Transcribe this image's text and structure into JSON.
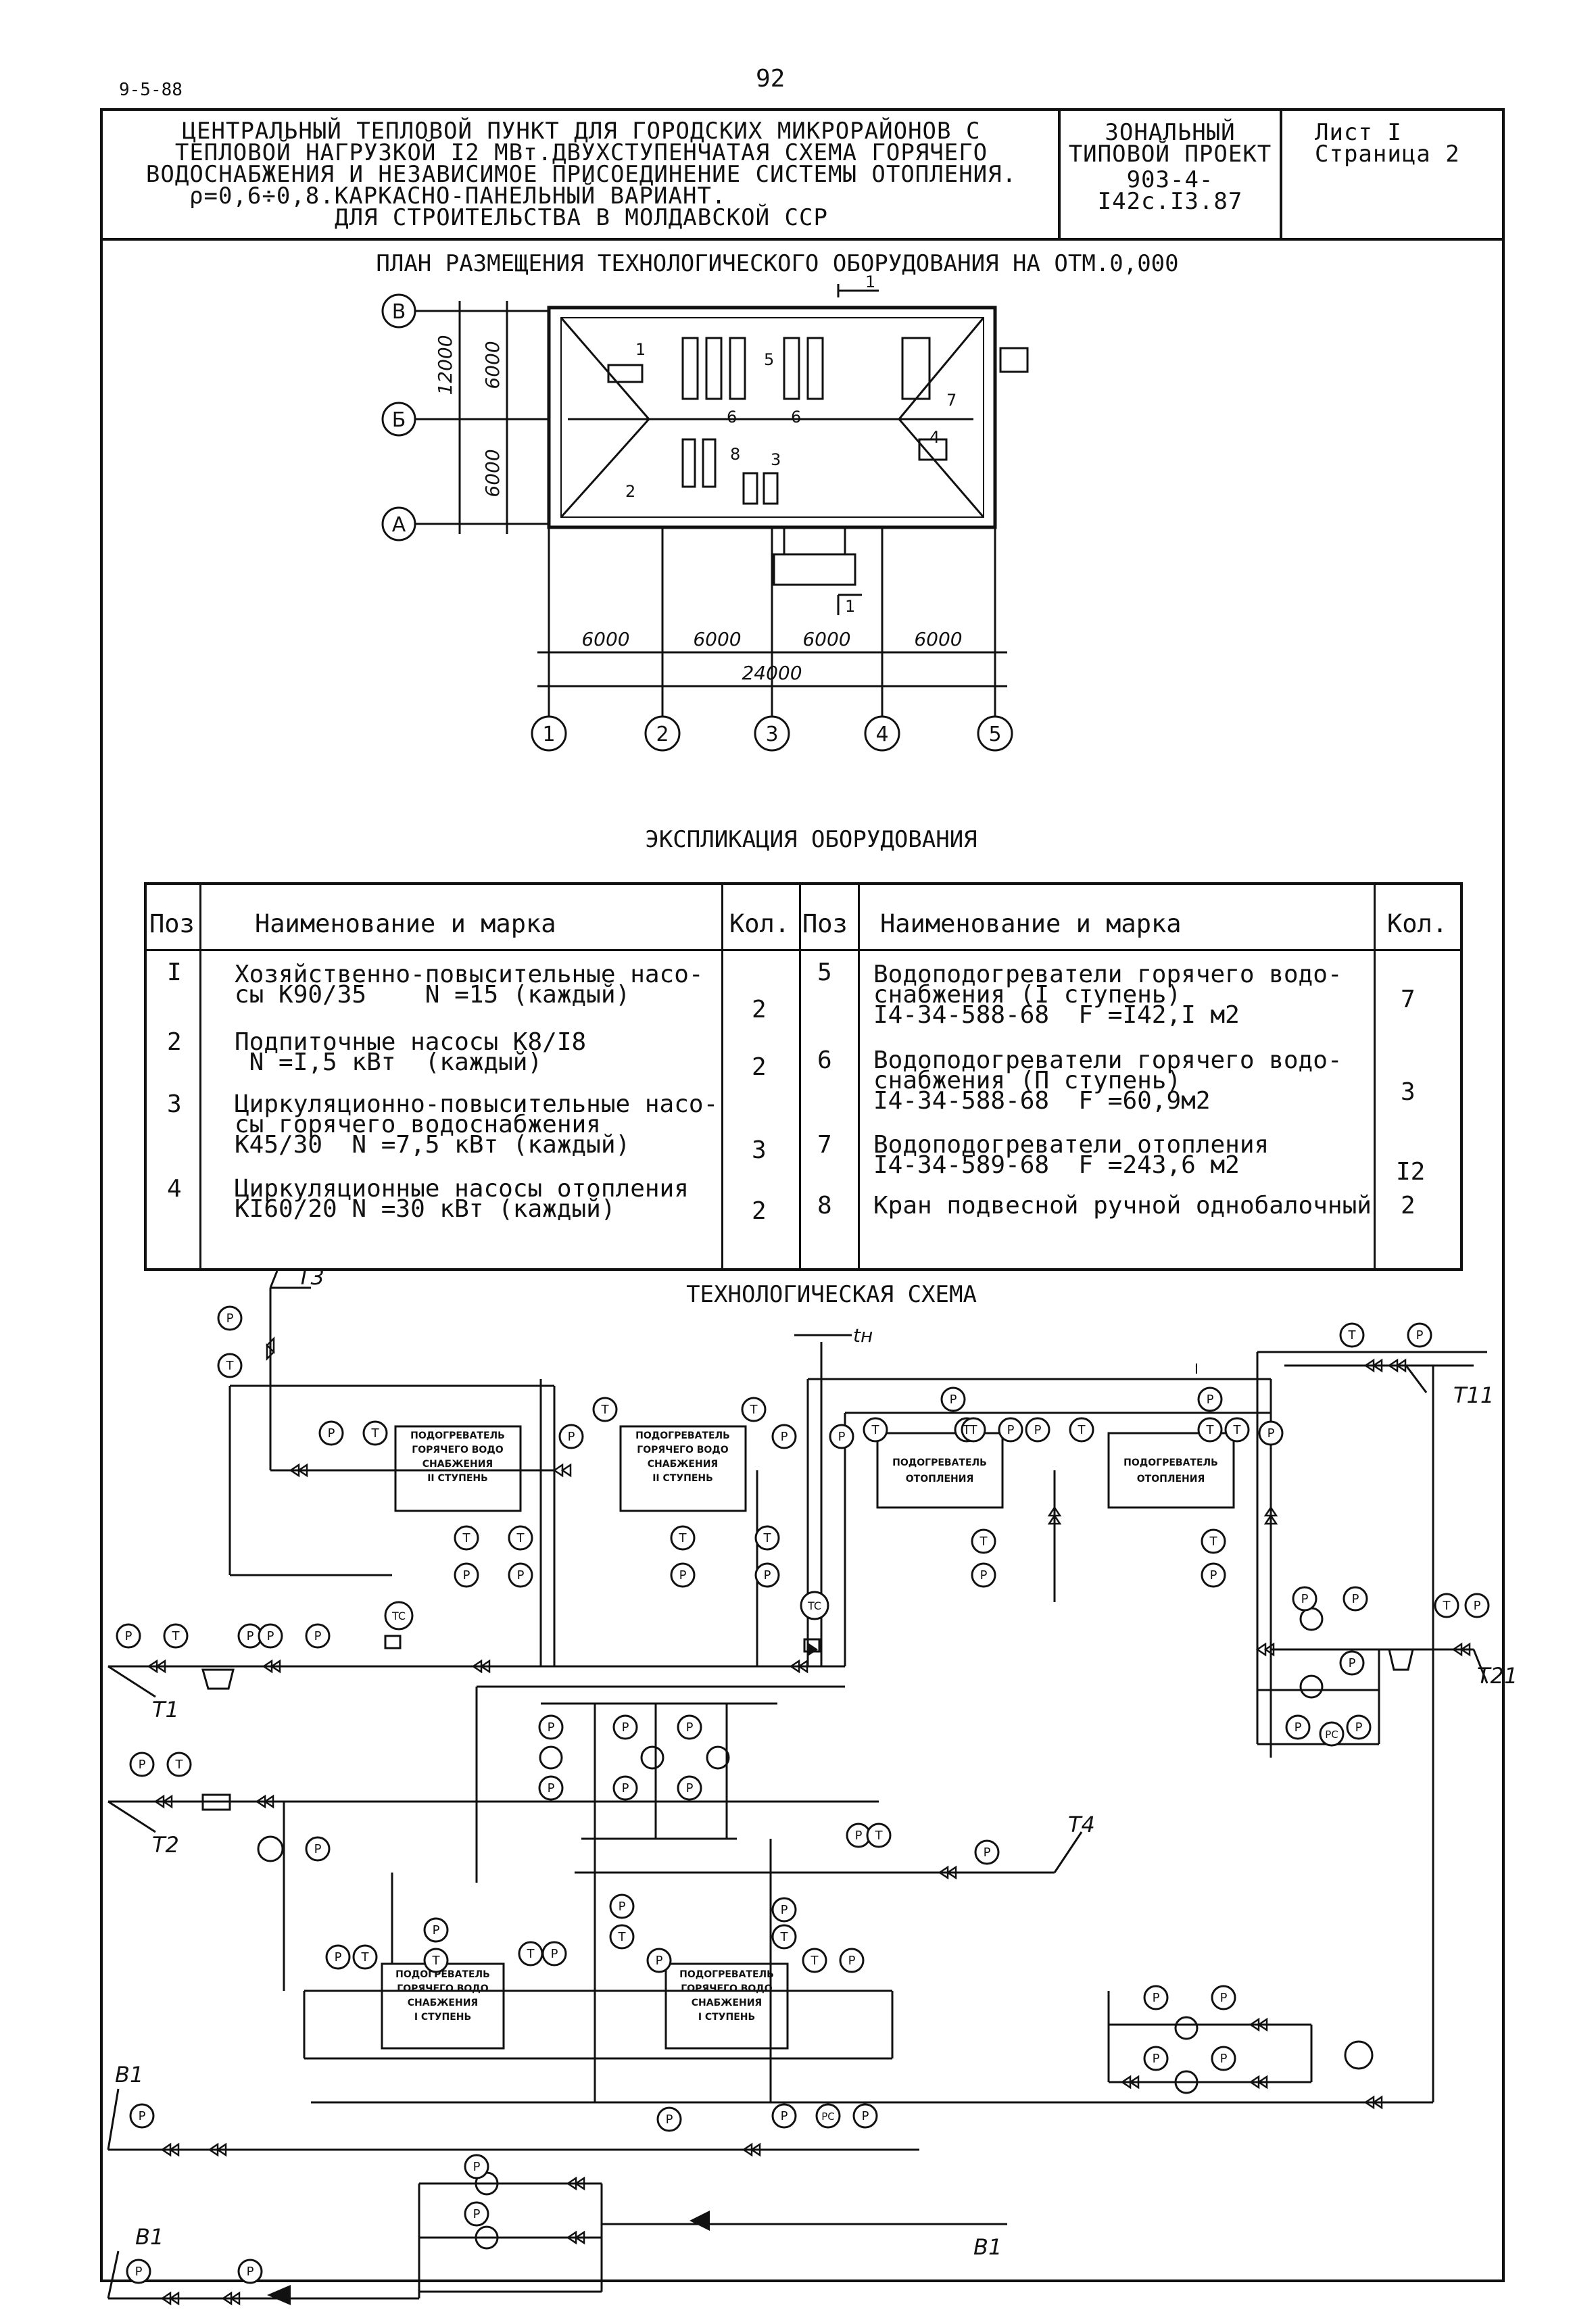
{
  "header": {
    "code": "9-5-88",
    "page_number": "92",
    "title_lines": [
      "ЦЕНТРАЛЬНЫЙ ТЕПЛОВОЙ ПУНКТ ДЛЯ ГОРОДСКИХ МИКРОРАЙОНОВ С",
      "ТЕПЛОВОЙ НАГРУЗКОЙ I2 МВт.ДВУХСТУПЕНЧАТАЯ СХЕМА ГОРЯЧЕГО",
      "ВОДОСНАБЖЕНИЯ И НЕЗАВИСИМОЕ ПРИСОЕДИНЕНИЕ СИСТЕМЫ ОТОПЛЕНИЯ.",
      "ρ=0,6÷0,8.КАРКАСНО-ПАНЕЛЬНЫЙ ВАРИАНТ.",
      "ДЛЯ СТРОИТЕЛЬСТВА В МОЛДАВСКОЙ ССР"
    ],
    "project_type_lines": [
      "ЗОНАЛЬНЫЙ",
      "ТИПОВОЙ ПРОЕКТ",
      "903-4-I42с.I3.87"
    ],
    "sheet": "Лист I",
    "page": "Страница 2"
  },
  "plan": {
    "title": "ПЛАН РАЗМЕЩЕНИЯ ТЕХНОЛОГИЧЕСКОГО ОБОРУДОВАНИЯ НА ОТМ.0,000",
    "row_axes": [
      "В",
      "Б",
      "А"
    ],
    "col_axes": [
      "1",
      "2",
      "3",
      "4",
      "5"
    ],
    "dims_vertical": [
      "12000",
      "6000",
      "6000"
    ],
    "dims_horizontal": [
      "6000",
      "6000",
      "6000",
      "6000"
    ],
    "dim_total": "24000",
    "section_mark": "1",
    "position_labels": [
      "1",
      "2",
      "3",
      "4",
      "5",
      "6",
      "6",
      "7",
      "8"
    ]
  },
  "explication": {
    "title": "ЭКСПЛИКАЦИЯ ОБОРУДОВАНИЯ",
    "headers": [
      "Поз",
      "Наименование и марка",
      "Кол.",
      "Поз",
      "Наименование и марка",
      "Кол."
    ],
    "left_rows": [
      {
        "pos": "I",
        "name": [
          "Хозяйственно-повысительные насо-",
          "сы К90/35    N =15 (каждый)"
        ],
        "qty": "2"
      },
      {
        "pos": "2",
        "name": [
          "Подпиточные насосы К8/I8",
          " N =I,5 кВт  (каждый)"
        ],
        "qty": "2"
      },
      {
        "pos": "3",
        "name": [
          "Циркуляционно-повысительные насо-",
          "сы горячего водоснабжения",
          "К45/30  N =7,5 кВт (каждый)"
        ],
        "qty": "3"
      },
      {
        "pos": "4",
        "name": [
          "Циркуляционные насосы отопления",
          "КI60/20 N =30 кВт (каждый)"
        ],
        "qty": "2"
      }
    ],
    "right_rows": [
      {
        "pos": "5",
        "name": [
          "Водоподогреватели горячего водо-",
          "снабжения (I ступень)",
          "I4-34-588-68  F =I42,I м2"
        ],
        "qty": "7"
      },
      {
        "pos": "6",
        "name": [
          "Водоподогреватели горячего водо-",
          "снабжения (П ступень)",
          "I4-34-588-68  F =60,9м2"
        ],
        "qty": "3"
      },
      {
        "pos": "7",
        "name": [
          "Водоподогреватели отопления",
          "I4-34-589-68  F =243,6 м2"
        ],
        "qty": "I2"
      },
      {
        "pos": "8",
        "name": [
          "Кран подвесной ручной однобалочный"
        ],
        "qty": "2"
      }
    ]
  },
  "scheme": {
    "title": "ТЕХНОЛОГИЧЕСКАЯ СХЕМА",
    "outdoor_temp": "tн",
    "pipe_labels": {
      "t3": "Т3",
      "t11": "Т11",
      "t1": "Т1",
      "t21": "Т21",
      "t2": "Т2",
      "t4": "Т4",
      "b1a": "В1",
      "b1b": "В1",
      "b1c": "В1"
    },
    "hx_dhw2_left": [
      "ПОДОГРЕВАТЕЛЬ",
      "ГОРЯЧЕГО ВОДО",
      "СНАБЖЕНИЯ",
      "II СТУПЕНЬ"
    ],
    "hx_dhw2_right": [
      "ПОДОГРЕВАТЕЛЬ",
      "ГОРЯЧЕГО ВОДО",
      "СНАБЖЕНИЯ",
      "II СТУПЕНЬ"
    ],
    "hx_heat_left": [
      "ПОДОГРЕВАТЕЛЬ",
      "ОТОПЛЕНИЯ"
    ],
    "hx_heat_right": [
      "ПОДОГРЕВАТЕЛЬ",
      "ОТОПЛЕНИЯ"
    ],
    "hx_dhw1_left": [
      "ПОДОГРЕВАТЕЛЬ",
      "ГОРЯЧЕГО ВОДО",
      "СНАБЖЕНИЯ",
      "I СТУПЕНЬ"
    ],
    "hx_dhw1_right": [
      "ПОДОГРЕВАТЕЛЬ",
      "ГОРЯЧЕГО ВОДО",
      "СНАБЖЕНИЯ",
      "I СТУПЕНЬ"
    ],
    "instr_p": "P",
    "instr_t": "T",
    "instr_tc": "TC",
    "instr_pc": "PC",
    "instr_count": "I"
  }
}
